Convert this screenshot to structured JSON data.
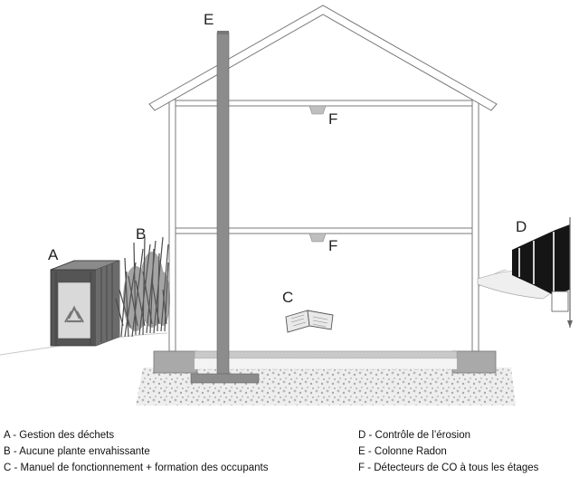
{
  "callouts": {
    "A": "A",
    "B": "B",
    "C": "C",
    "D": "D",
    "E": "E",
    "F_upper": "F",
    "F_lower": "F"
  },
  "legend": {
    "left": [
      "A - Gestion des déchets",
      "B - Aucune plante envahissante",
      "C - Manuel de fonctionnement + formation des occupants"
    ],
    "right": [
      "D - Contrôle de l’érosion",
      "E - Colonne Radon",
      "F - Détecteurs de CO à tous les étages"
    ]
  },
  "icons": {
    "waste_bin": "recycle-bin-icon",
    "plants": "grass-icon",
    "manual": "open-book-icon",
    "erosion_fence": "silt-fence-icon",
    "radon_pipe": "radon-pipe-icon",
    "co_detector": "co-detector-icon"
  },
  "colors": {
    "pipe": "#8c8c8c",
    "bin": "#6f6f6f",
    "fence": "#151515",
    "house_line": "#7a7a7a",
    "gravel": "#d6d6d6"
  }
}
